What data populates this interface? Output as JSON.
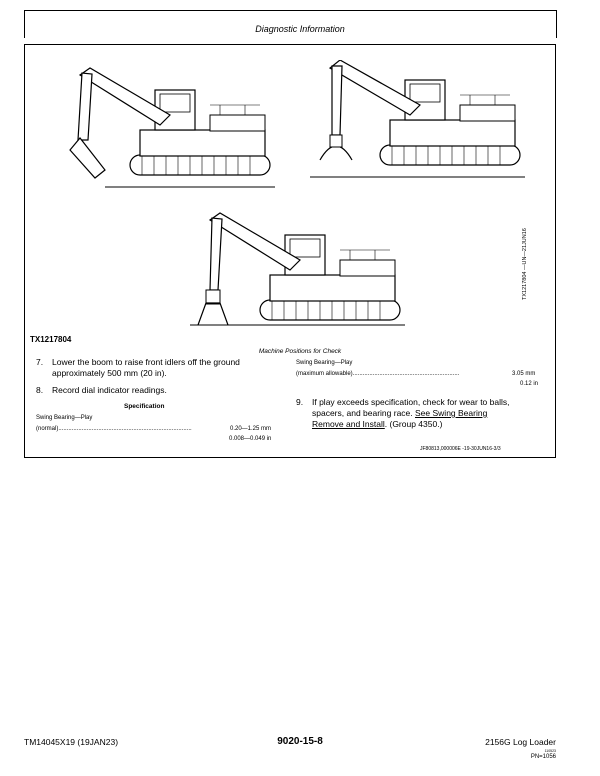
{
  "header": {
    "title": "Diagnostic Information"
  },
  "figure": {
    "id": "TX1217804",
    "code": "TX1217804 —UN—21JUN16",
    "caption": "Machine Positions for Check"
  },
  "steps": {
    "step7_num": "7.",
    "step7_line1": "Lower the boom to raise front idlers off the ground",
    "step7_line2": "approximately 500 mm (20 in).",
    "step8_num": "8.",
    "step8_text": "Record dial indicator readings.",
    "step9_num": "9.",
    "step9_line1": "If play exceeds specification, check for wear to balls,",
    "step9_line2_pre": "spacers, and bearing race. ",
    "step9_link1": "See Swing Bearing",
    "step9_link2": "Remove and Install",
    "step9_line3_post": ". (Group 4350.)"
  },
  "spec_left": {
    "heading": "Specification",
    "label1": "Swing Bearing—Play",
    "label2": "(normal)",
    "dots": "................................................................................",
    "value_mm": "0.20—1.25 mm",
    "value_in": "0.008—0.049 in"
  },
  "spec_right": {
    "label1": "Swing Bearing—Play",
    "label2": "(maximum allowable)",
    "dots": "................................................................",
    "value_mm": "3.05 mm",
    "value_in": "0.12 in"
  },
  "box_code": "JF80813,000006E -19-30JUN16-3/3",
  "footer": {
    "left": "TM14045X19 (19JAN23)",
    "center": "9020-15-8",
    "right": "2156G Log Loader",
    "code": "110523",
    "pn": "PN=1056"
  }
}
